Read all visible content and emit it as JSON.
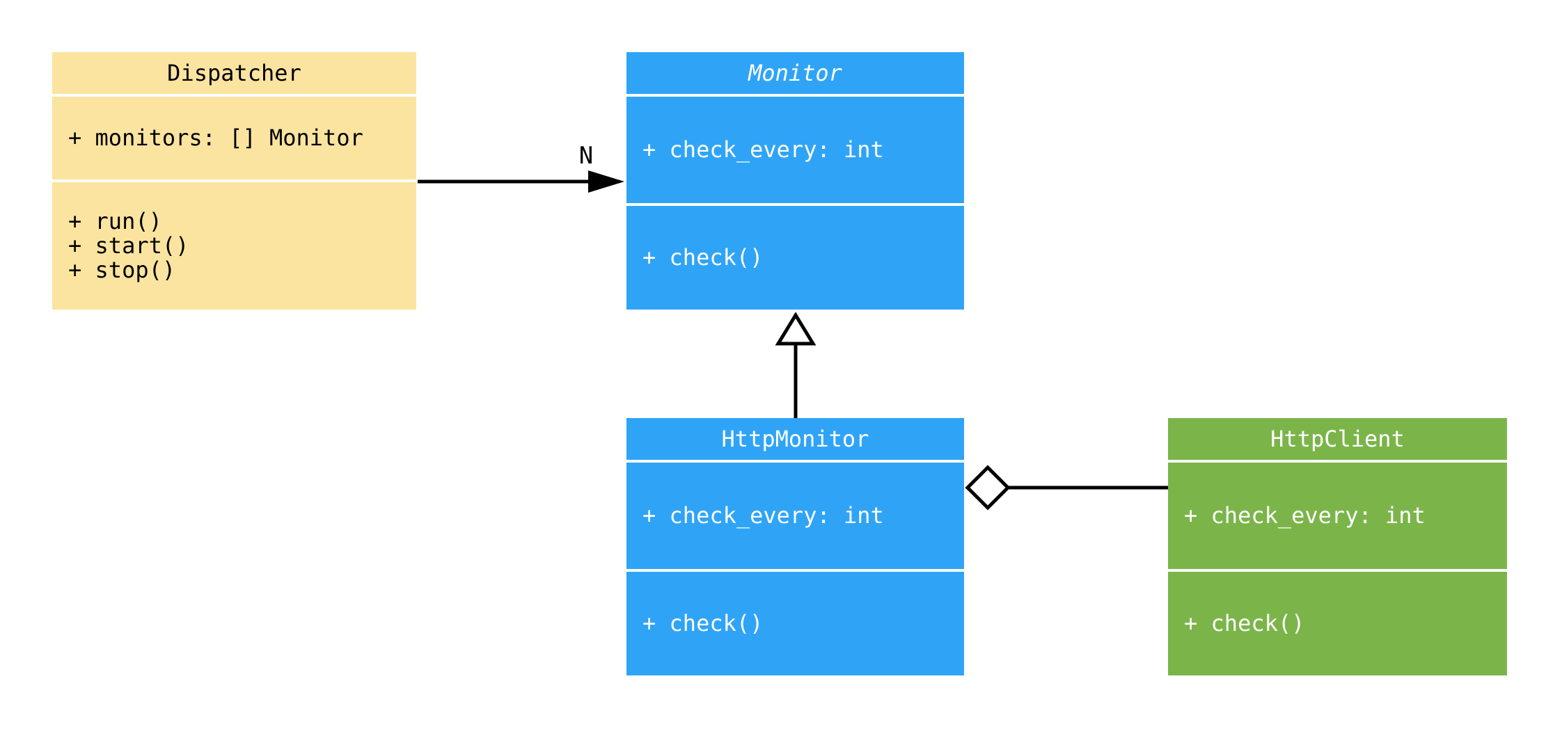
{
  "diagram": {
    "kind": "uml-class-diagram",
    "background_color": "#ffffff",
    "line_color": "#000000",
    "classes": [
      {
        "name": "Dispatcher",
        "abstract": false,
        "color": "#FAE4A0",
        "text_color": "#000000",
        "attributes": [
          "+ monitors: [] Monitor"
        ],
        "methods": [
          "+ run()",
          "+ start()",
          "+ stop()"
        ]
      },
      {
        "name": "Monitor",
        "abstract": true,
        "color": "#2FA4F7",
        "text_color": "#ffffff",
        "attributes": [
          "+ check_every: int"
        ],
        "methods": [
          "+ check()"
        ]
      },
      {
        "name": "HttpMonitor",
        "abstract": false,
        "color": "#2FA4F7",
        "text_color": "#ffffff",
        "attributes": [
          "+ check_every: int"
        ],
        "methods": [
          "+ check()"
        ]
      },
      {
        "name": "HttpClient",
        "abstract": false,
        "color": "#7BB54A",
        "text_color": "#ffffff",
        "attributes": [
          "+ check_every: int"
        ],
        "methods": [
          "+ check()"
        ]
      }
    ],
    "relationships": [
      {
        "type": "directed-association",
        "from": "Dispatcher",
        "to": "Monitor",
        "label": "N"
      },
      {
        "type": "inheritance",
        "from": "HttpMonitor",
        "to": "Monitor",
        "label": ""
      },
      {
        "type": "aggregation",
        "from": "HttpMonitor",
        "to": "HttpClient",
        "label": ""
      }
    ]
  }
}
